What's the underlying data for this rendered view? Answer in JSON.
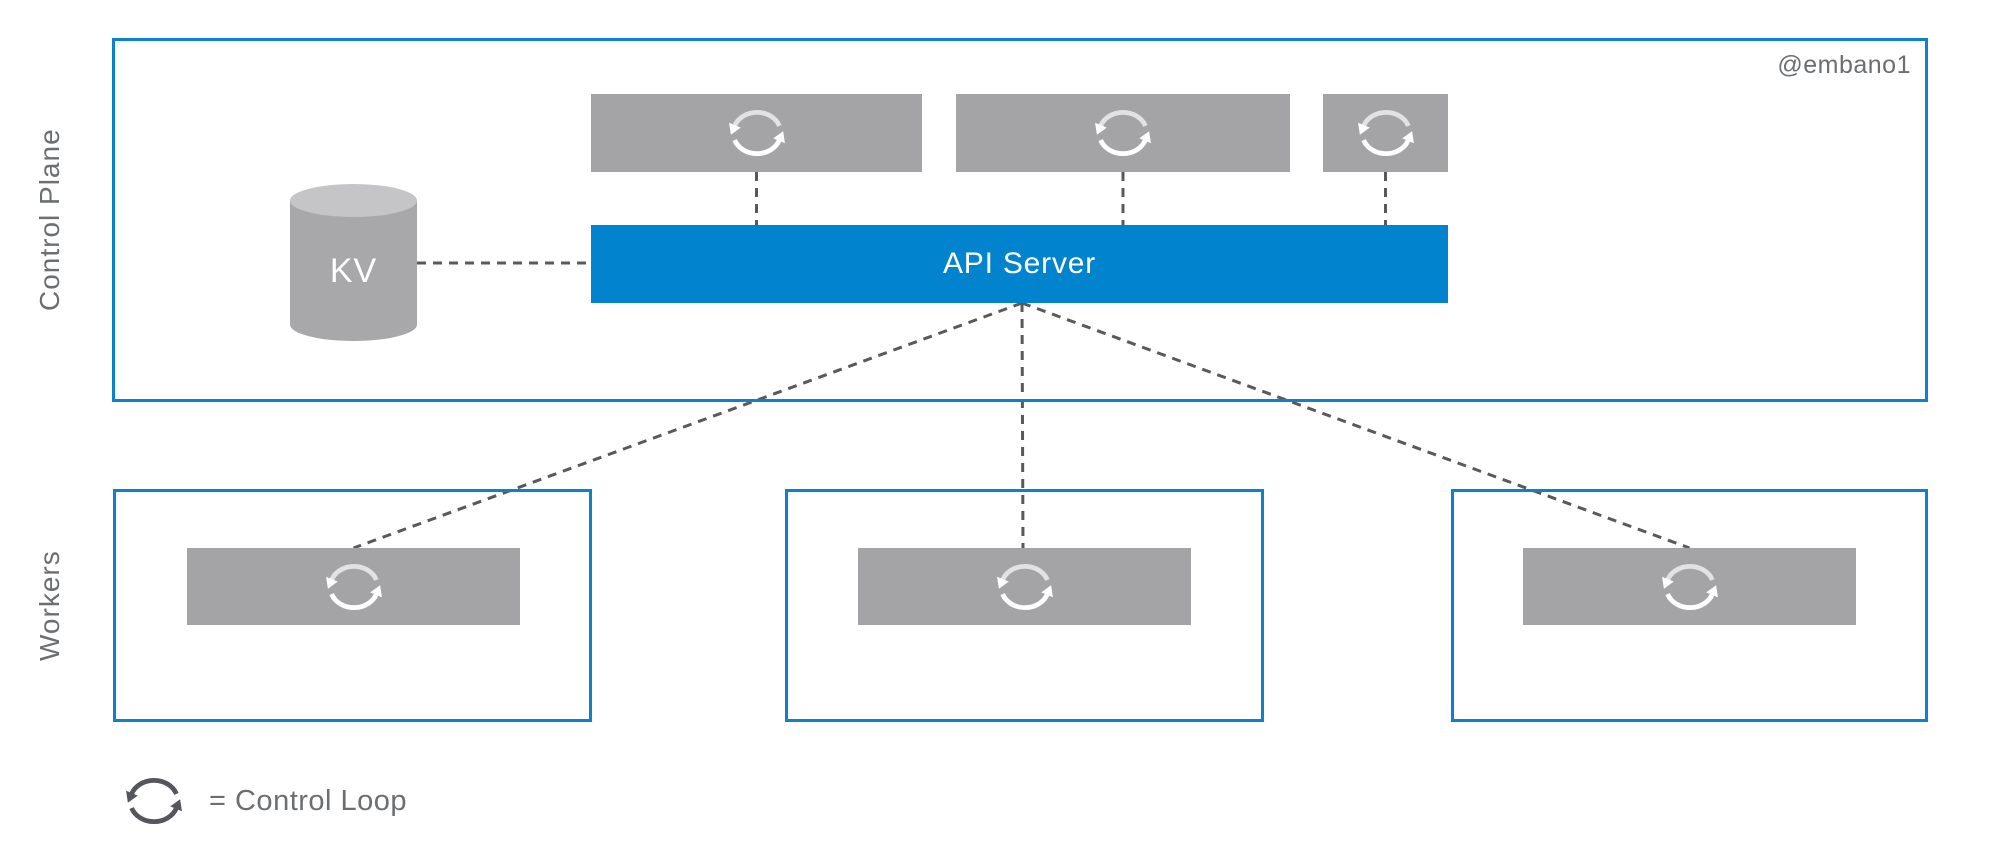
{
  "attribution": "@embano1",
  "control_plane": {
    "label": "Control Plane",
    "kv": {
      "label": "KV"
    },
    "api_server": {
      "label": "API Server"
    },
    "controller_box_count": 3
  },
  "workers": {
    "label": "Workers",
    "node_count": 3,
    "pods_per_node": 1
  },
  "legend": {
    "equals_text": "= Control Loop",
    "icon": "control-loop-icon"
  },
  "icons": {
    "control_loop": "two-circular-chasing-arrows"
  },
  "colors": {
    "border_blue": "#0b82cb",
    "accent_blue": "#0283cd",
    "box_gray": "#a4a4a6",
    "cylinder_gray": "#a8a8aa",
    "cylinder_top_gray": "#c5c5c7",
    "dash_gray": "#58595b",
    "text_gray": "#6c6f72",
    "legend_icon_gray": "#54565b"
  }
}
